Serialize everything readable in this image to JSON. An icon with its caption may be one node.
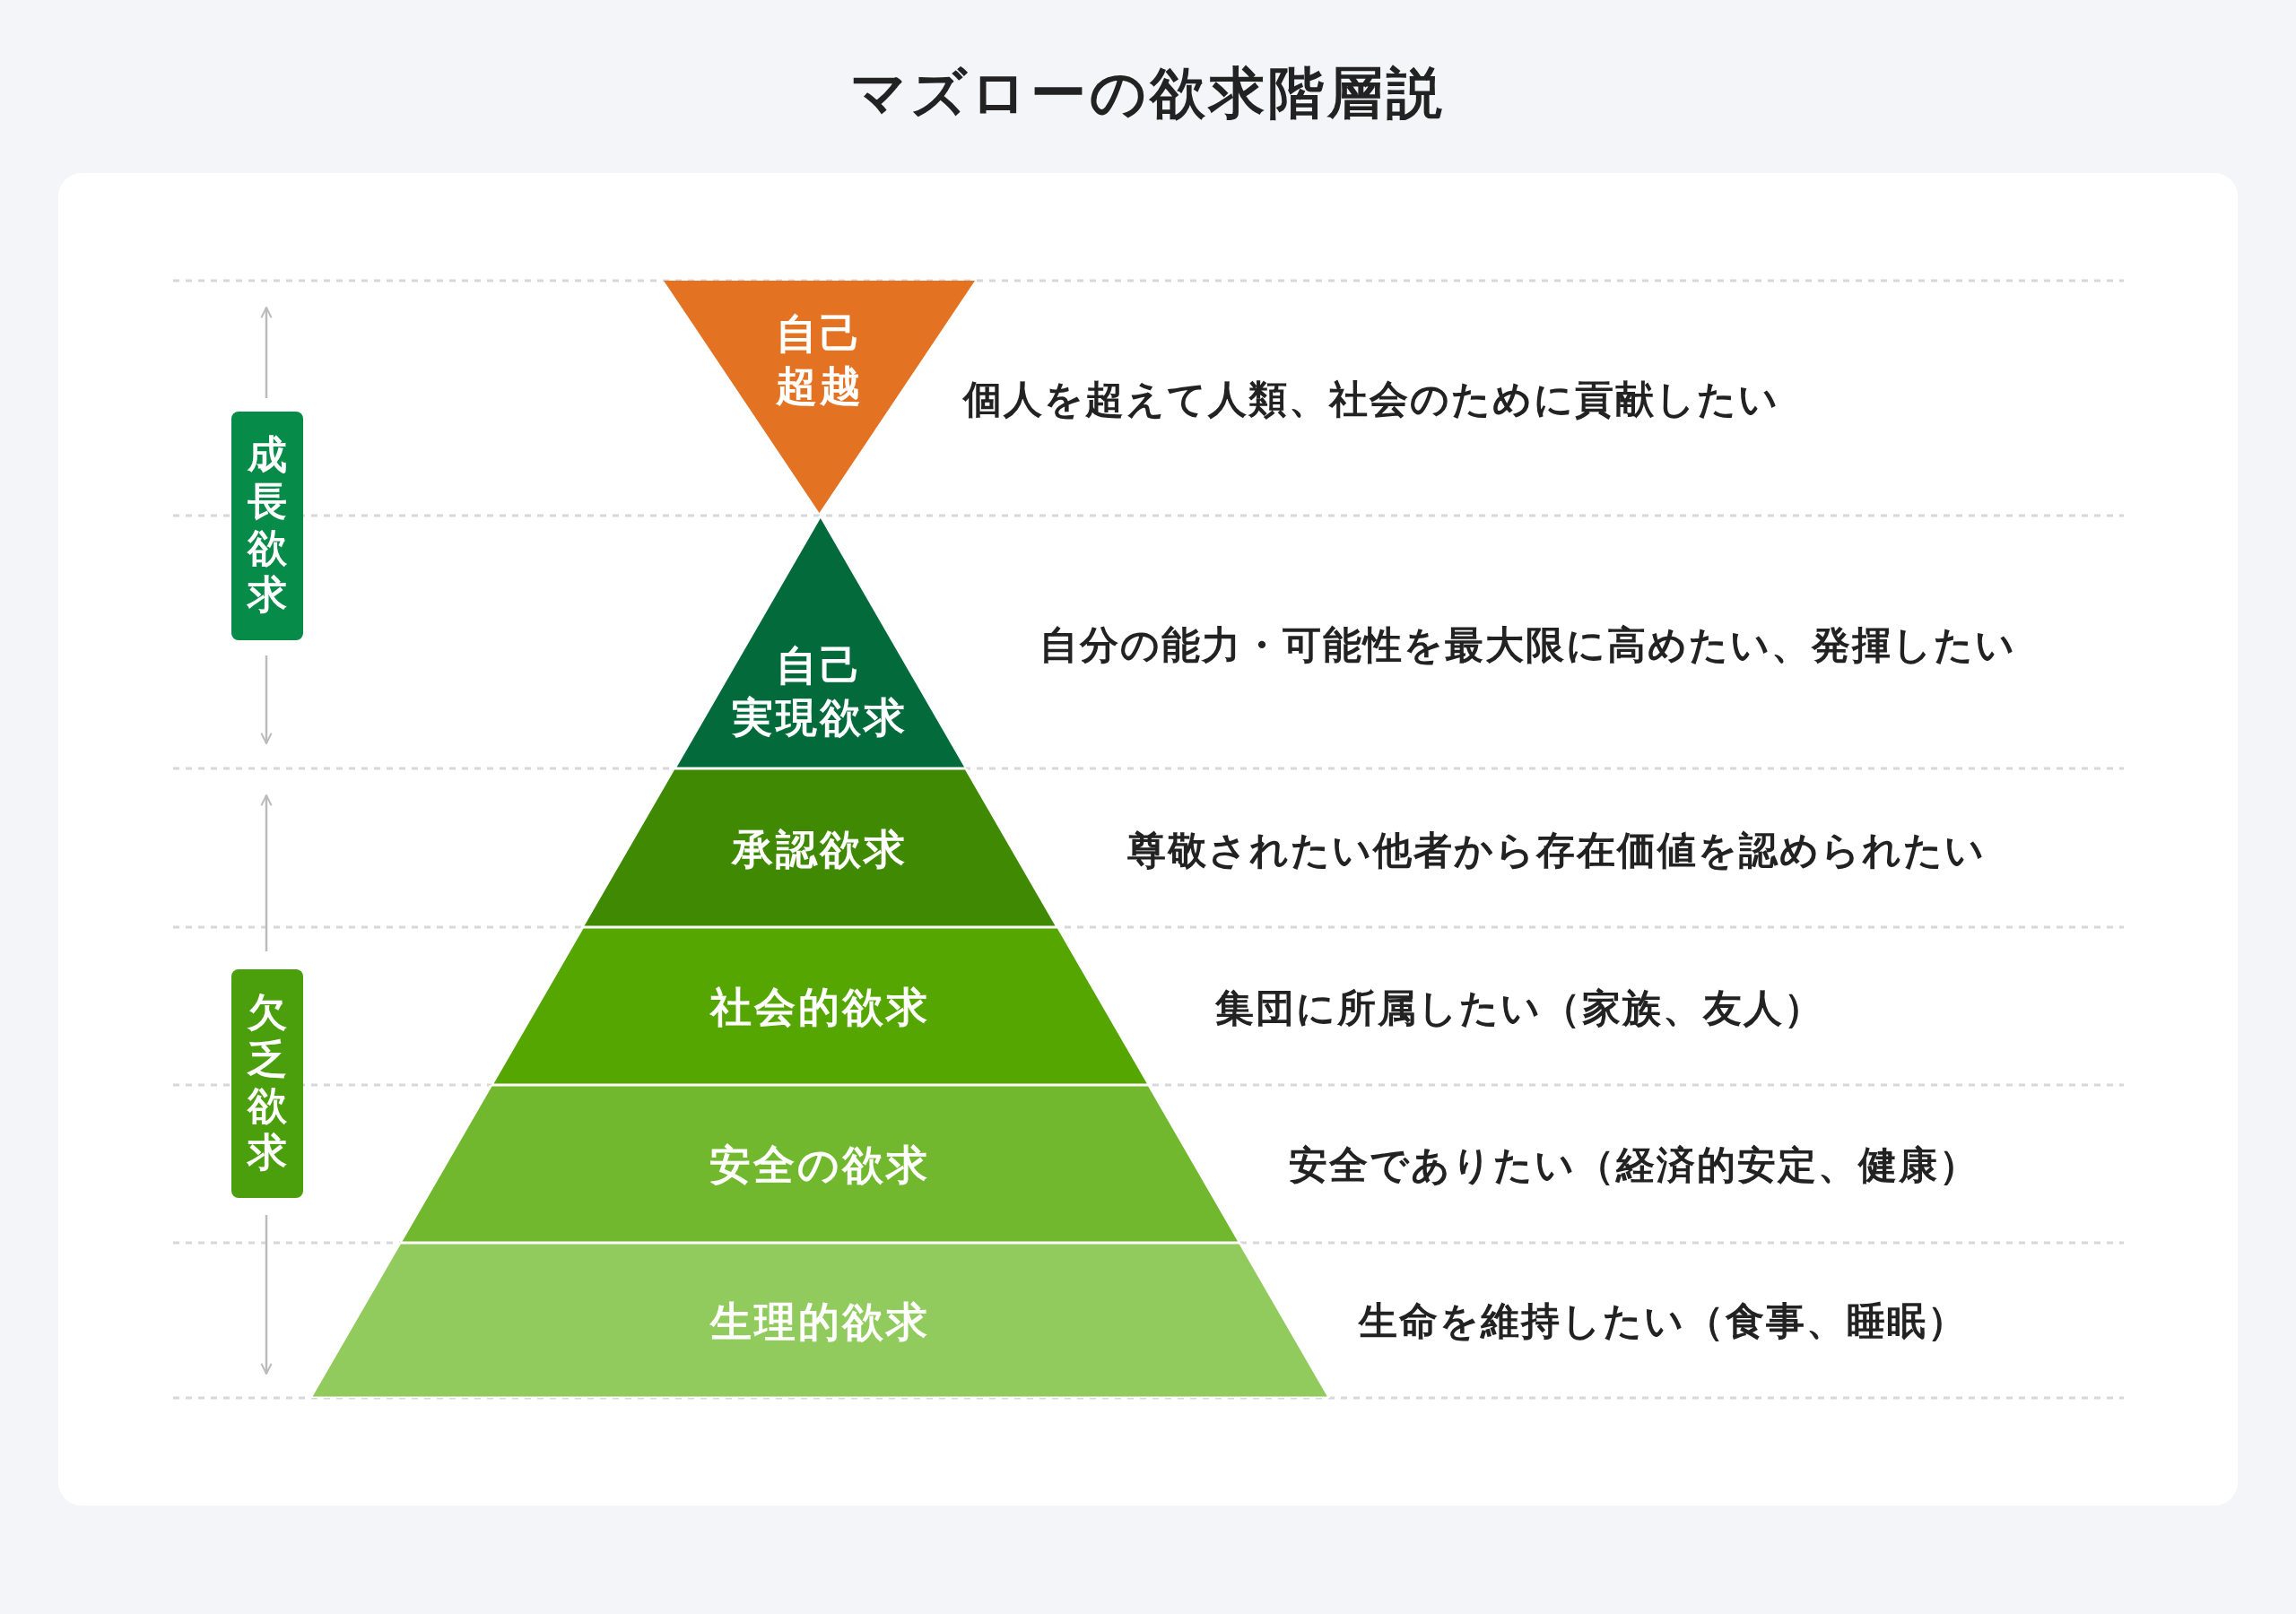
{
  "diagram": {
    "title": "マズローの欲求階層説",
    "nodes": [
      {
        "text": [
          "自己超越"
        ],
        "beside": [
          "個人を超えて人類、社会のために貢献したい"
        ]
      },
      {
        "text": [
          "自己実現欲求"
        ],
        "beside": [
          "自分の能力・可能性を最大限に高めたい、発揮したい"
        ]
      },
      {
        "text": [
          "承認欲求"
        ],
        "beside": [
          "尊敬されたい他者から存在価値を認められたい"
        ]
      },
      {
        "text": [
          "社会的欲求"
        ],
        "beside": [
          "集団に所属したい（家族、友人）"
        ]
      },
      {
        "text": [
          "安全の欲求"
        ],
        "beside": [
          "安全でありたい（経済的安定、健康）"
        ]
      },
      {
        "text": [
          "生理的欲求"
        ],
        "beside": [
          "生命を維持したい（食事、睡眠）"
        ]
      },
      {
        "text": [
          "成長欲求"
        ]
      },
      {
        "text": [
          "欠乏欲求"
        ]
      }
    ],
    "edges": []
  }
}
